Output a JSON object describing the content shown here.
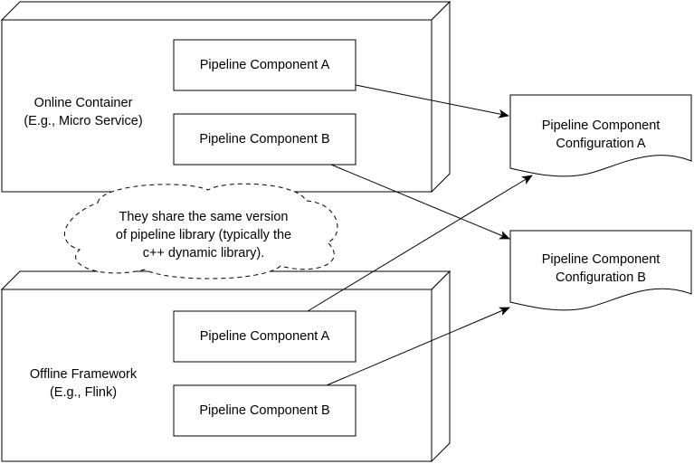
{
  "online_container": {
    "title": "Online Container",
    "subtitle": "(E.g., Micro Service)",
    "component_a": "Pipeline Component A",
    "component_b": "Pipeline Component B"
  },
  "offline_framework": {
    "title": "Offline Framework",
    "subtitle": "(E.g., Flink)",
    "component_a": "Pipeline Component A",
    "component_b": "Pipeline Component B"
  },
  "cloud_note": {
    "line1": "They share the same version",
    "line2": "of pipeline library (typically the",
    "line3": "c++ dynamic library)."
  },
  "config_a": {
    "line1": "Pipeline Component",
    "line2": "Configuration A"
  },
  "config_b": {
    "line1": "Pipeline Component",
    "line2": "Configuration B"
  }
}
